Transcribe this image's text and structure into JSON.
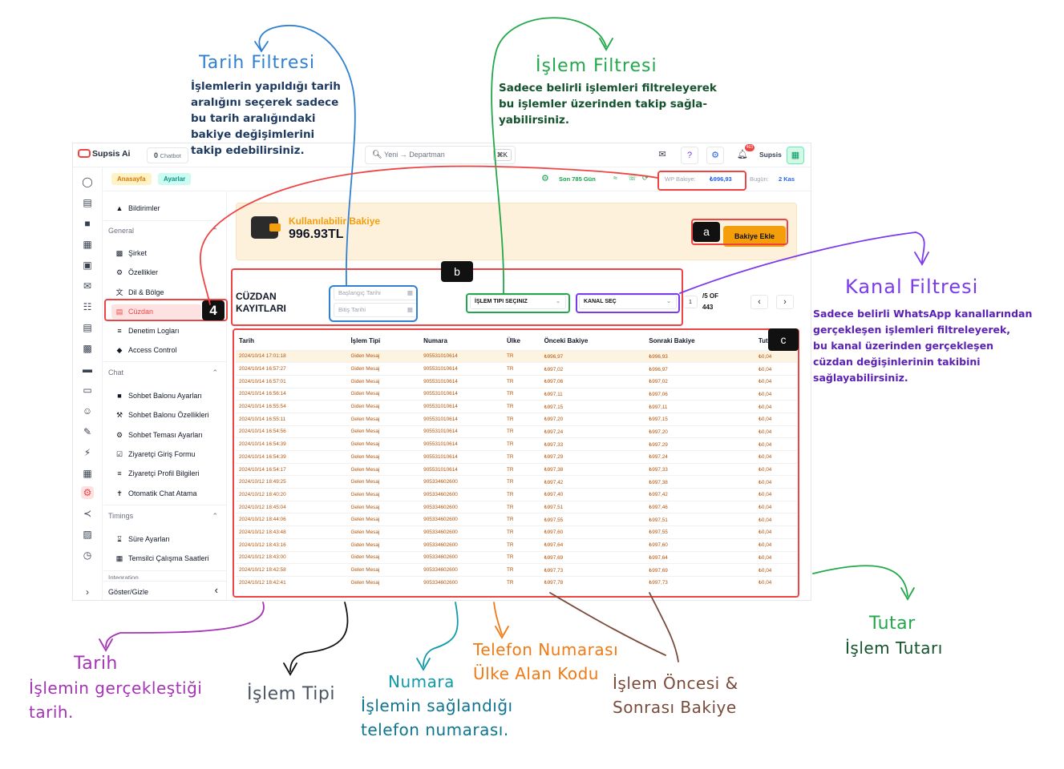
{
  "annotations": {
    "tarih_filtresi": {
      "title": "Tarih Filtresi",
      "lines": [
        "İşlemlerin yapıldığı tarih",
        "aralığını seçerek sadece",
        "bu tarih aralığındaki",
        "bakiye değişimlerini",
        "takip edebilirsiniz."
      ],
      "color": "#2f80d1"
    },
    "islem_filtresi": {
      "title": "İşlem Filtresi",
      "lines": [
        "Sadece belirli işlemleri filtreleyerek",
        "bu işlemler üzerinden takip sağla-",
        "yabilirsiniz."
      ],
      "color": "#22a84a"
    },
    "kanal_filtresi": {
      "title": "Kanal Filtresi",
      "lines": [
        "Sadece belirli WhatsApp kanallarından",
        "gerçekleşen işlemleri filtreleyerek,",
        "bu kanal üzerinden gerçekleşen",
        "cüzdan değişinlerinin takibini",
        "sağlayabilirsiniz."
      ],
      "color": "#7c3aed"
    },
    "tarih": {
      "title": "Tarih",
      "lines": [
        "İşlemin gerçekleştiği",
        "tarih."
      ],
      "color": "#a533b5"
    },
    "islem_tipi": {
      "title": "İşlem Tipi",
      "color": "#4b5563"
    },
    "numara": {
      "title": "Numara",
      "lines": [
        "İşlemin sağlandığı",
        "telefon numarası."
      ],
      "color": "#0e9aa7"
    },
    "telefon": {
      "lines": [
        "Telefon Numarası",
        "Ülke Alan Kodu"
      ],
      "color": "#f07a14"
    },
    "bakiye": {
      "lines": [
        "İşlem Öncesi &",
        "Sonrası Bakiye"
      ],
      "color": "#7a4b3a"
    },
    "tutar": {
      "title": "Tutar",
      "lines": [
        "İşlem Tutarı"
      ],
      "color": "#22a84a"
    },
    "markers": {
      "a": "a",
      "b": "b",
      "c": "c",
      "four": "4"
    }
  },
  "topbar": {
    "brand": "Supsis Ai",
    "chatbot_count": "0",
    "chatbot_label": "Chatbot",
    "search_placeholder": "Yeni → Departman",
    "search_kbd": "⌘K",
    "user_name": "Supsis",
    "notif_badge": "463"
  },
  "breadcrumbs": {
    "home": "Anasayfa",
    "settings": "Ayarlar"
  },
  "status": {
    "days_left": "Son 785 Gün",
    "wp_balance_label": "WP Bakiye:",
    "wp_balance_value": "₺996,93",
    "today_label": "Bugün:",
    "today_value": "2 Kas"
  },
  "sidebar": {
    "notifications": "Bildirimler",
    "group_general": "General",
    "general_items": [
      "Şirket",
      "Özellikler",
      "Dil & Bölge",
      "Cüzdan",
      "Denetim Logları",
      "Access Control"
    ],
    "group_chat": "Chat",
    "chat_items": [
      "Sohbet Balonu Ayarları",
      "Sohbet Balonu Özellikleri",
      "Sohbet Teması Ayarları",
      "Ziyaretçi Giriş Formu",
      "Ziyaretçi Profil Bilgileri",
      "Otomatik Chat Atama"
    ],
    "group_timings": "Timings",
    "timings_items": [
      "Süre Ayarları",
      "Temsilci Çalışma Saatleri"
    ],
    "group_integration": "Integration",
    "footer": "Göster/Gizle"
  },
  "balance": {
    "label": "Kullanılabilir Bakiye",
    "value": "996.93TL",
    "add_button": "Bakiye Ekle"
  },
  "records": {
    "title_line1": "CÜZDAN",
    "title_line2": "KAYITLARI",
    "start_date_placeholder": "Başlangıç Tarihi",
    "end_date_placeholder": "Bitiş Tarihi",
    "type_select": "İŞLEM TIPI SEÇINIZ",
    "channel_select": "KANAL SEÇ",
    "page_current": "1",
    "page_of": "/5 OF",
    "page_total": "443"
  },
  "table": {
    "columns": [
      "Tarih",
      "İşlem Tipi",
      "Numara",
      "Ülke",
      "Önceki Bakiye",
      "Sonraki Bakiye",
      "Tutar"
    ],
    "rows": [
      [
        "2024/10/14 17:01:18",
        "Giden Mesaj",
        "905531010614",
        "TR",
        "₺996,97",
        "₺996,93",
        "₺0,04"
      ],
      [
        "2024/10/14 16:57:27",
        "Giden Mesaj",
        "905531010614",
        "TR",
        "₺997,02",
        "₺996,97",
        "₺0,04"
      ],
      [
        "2024/10/14 16:57:01",
        "Giden Mesaj",
        "905531010614",
        "TR",
        "₺997,06",
        "₺997,02",
        "₺0,04"
      ],
      [
        "2024/10/14 16:56:14",
        "Giden Mesaj",
        "905531010614",
        "TR",
        "₺997,11",
        "₺997,06",
        "₺0,04"
      ],
      [
        "2024/10/14 16:55:54",
        "Giden Mesaj",
        "905531010614",
        "TR",
        "₺997,15",
        "₺997,11",
        "₺0,04"
      ],
      [
        "2024/10/14 16:55:11",
        "Gelen Mesaj",
        "905531010614",
        "TR",
        "₺997,20",
        "₺997,15",
        "₺0,04"
      ],
      [
        "2024/10/14 16:54:56",
        "Gelen Mesaj",
        "905531010614",
        "TR",
        "₺997,24",
        "₺997,20",
        "₺0,04"
      ],
      [
        "2024/10/14 16:54:39",
        "Gelen Mesaj",
        "905531010614",
        "TR",
        "₺997,33",
        "₺997,29",
        "₺0,04"
      ],
      [
        "2024/10/14 16:54:39",
        "Gelen Mesaj",
        "905531010614",
        "TR",
        "₺997,29",
        "₺997,24",
        "₺0,04"
      ],
      [
        "2024/10/14 16:54:17",
        "Gelen Mesaj",
        "905531010614",
        "TR",
        "₺997,38",
        "₺997,33",
        "₺0,04"
      ],
      [
        "2024/10/12 18:49:25",
        "Gelen Mesaj",
        "905334602600",
        "TR",
        "₺997,42",
        "₺997,38",
        "₺0,04"
      ],
      [
        "2024/10/12 18:40:20",
        "Gelen Mesaj",
        "905334602600",
        "TR",
        "₺997,40",
        "₺997,42",
        "₺0,04"
      ],
      [
        "2024/10/12 18:45:04",
        "Gelen Mesaj",
        "905334602600",
        "TR",
        "₺997,51",
        "₺997,46",
        "₺0,04"
      ],
      [
        "2024/10/12 18:44:06",
        "Gelen Mesaj",
        "905334602600",
        "TR",
        "₺997,55",
        "₺997,51",
        "₺0,04"
      ],
      [
        "2024/10/12 18:43:48",
        "Gelen Mesaj",
        "905334602600",
        "TR",
        "₺997,60",
        "₺997,55",
        "₺0,04"
      ],
      [
        "2024/10/12 18:43:16",
        "Giden Mesaj",
        "905334602600",
        "TR",
        "₺997,64",
        "₺997,60",
        "₺0,04"
      ],
      [
        "2024/10/12 18:43:00",
        "Giden Mesaj",
        "905334602600",
        "TR",
        "₺997,69",
        "₺997,64",
        "₺0,04"
      ],
      [
        "2024/10/12 18:42:58",
        "Gelen Mesaj",
        "905334602600",
        "TR",
        "₺997,73",
        "₺997,69",
        "₺0,04"
      ],
      [
        "2024/10/12 18:42:41",
        "Gelen Mesaj",
        "905334602600",
        "TR",
        "₺997,78",
        "₺997,73",
        "₺0,04"
      ]
    ]
  }
}
